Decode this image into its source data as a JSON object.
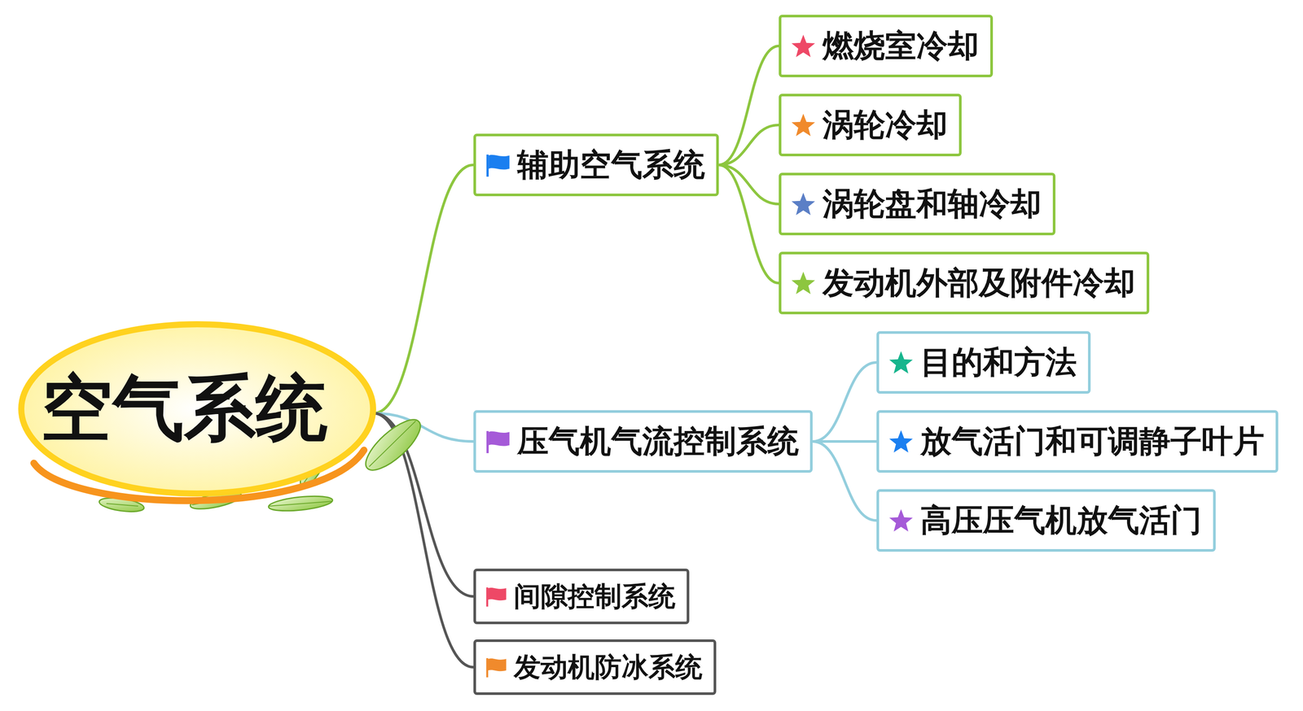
{
  "diagram": {
    "nodes": [
      {
        "text": [
          "空气系统"
        ]
      },
      {
        "text": [
          "辅助空气系统"
        ]
      },
      {
        "text": [
          "燃烧室冷却"
        ]
      },
      {
        "text": [
          "涡轮冷却"
        ]
      },
      {
        "text": [
          "涡轮盘和轴冷却"
        ]
      },
      {
        "text": [
          "发动机外部及附件冷却"
        ]
      },
      {
        "text": [
          "压气机气流控制系统"
        ]
      },
      {
        "text": [
          "目的和方法"
        ]
      },
      {
        "text": [
          "放气活门和可调静子叶片"
        ]
      },
      {
        "text": [
          "高压压气机放气活门"
        ]
      },
      {
        "text": [
          "间隙控制系统"
        ]
      },
      {
        "text": [
          "发动机防冰系统"
        ]
      }
    ],
    "edges": [
      {
        "from": 0,
        "to": 1,
        "arrow": "none"
      },
      {
        "from": 1,
        "to": 2,
        "arrow": "none"
      },
      {
        "from": 1,
        "to": 3,
        "arrow": "none"
      },
      {
        "from": 1,
        "to": 4,
        "arrow": "none"
      },
      {
        "from": 1,
        "to": 5,
        "arrow": "none"
      },
      {
        "from": 0,
        "to": 6,
        "arrow": "none"
      },
      {
        "from": 6,
        "to": 7,
        "arrow": "none"
      },
      {
        "from": 6,
        "to": 8,
        "arrow": "none"
      },
      {
        "from": 6,
        "to": 9,
        "arrow": "none"
      },
      {
        "from": 0,
        "to": 10,
        "arrow": "none"
      },
      {
        "from": 0,
        "to": 11,
        "arrow": "none"
      }
    ]
  }
}
